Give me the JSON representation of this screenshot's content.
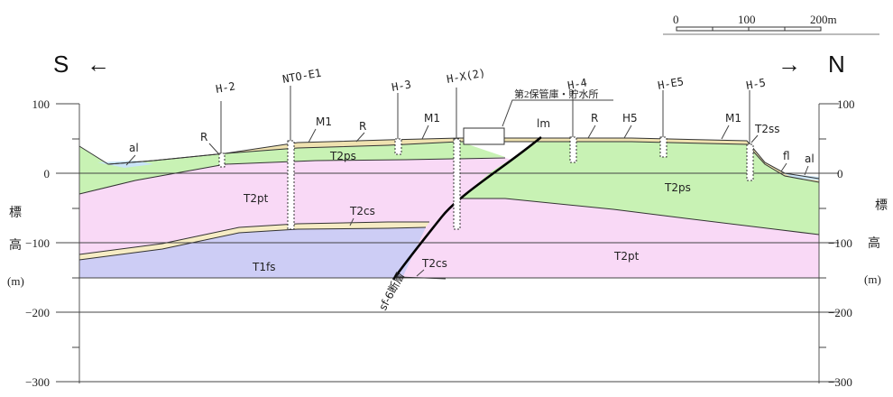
{
  "compass": {
    "south": "S",
    "north": "N",
    "left_arrow": "←",
    "right_arrow": "→"
  },
  "scale_bar": {
    "labels": [
      "0",
      "100",
      "200m"
    ]
  },
  "axis": {
    "ticks": [
      "100",
      "0",
      "−100",
      "−200",
      "−300"
    ],
    "left_label": [
      "標",
      "高",
      "(m)"
    ],
    "right_label": [
      "標",
      "高",
      "(m)"
    ]
  },
  "boreholes": [
    "H-2",
    "NTO-E1",
    "H-3",
    "H-X(2)",
    "H-4",
    "H-E5",
    "H-5"
  ],
  "facility": "第2保管庫・貯水所",
  "fault": "sf-6断層",
  "layers": {
    "al_left": "al",
    "r1": "R",
    "m1a": "M1",
    "r2": "R",
    "m1b": "M1",
    "lm": "lm",
    "r3": "R",
    "h5": "H5",
    "m1c": "M1",
    "t2ss": "T2ss",
    "fl": "fl",
    "al_right": "al",
    "t2ps_left": "T2ps",
    "t2pt_left": "T2pt",
    "t2cs_upper": "T2cs",
    "t1fs": "T1fs",
    "t2cs_lower": "T2cs",
    "t2ps_right": "T2ps",
    "t2pt_right": "T2pt"
  },
  "colors": {
    "t2ps": "#c8f2b4",
    "t2pt": "#f9d9f6",
    "t2cs": "#f6ecc4",
    "t1fs": "#cdcdf5",
    "alluvium": "#c9e4f6",
    "terrace": "#efe2b0",
    "fault": "#000000"
  }
}
